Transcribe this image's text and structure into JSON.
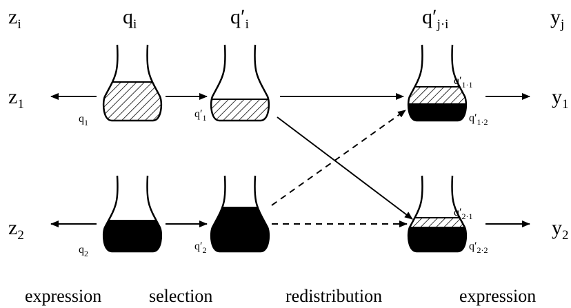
{
  "header": {
    "z_sym": "z",
    "z_sub": "i",
    "q_sym": "q",
    "q_sub": "i",
    "qp_sym": "q′",
    "qp_sub": "i",
    "qji_sym": "q′",
    "qji_sub": "j·i",
    "y_sym": "y",
    "y_sub": "j"
  },
  "rows": [
    {
      "z_sym": "z",
      "z_sub": "1",
      "q_sym": "q",
      "q_sub": "1",
      "qp_sym": "q′",
      "qp_sub": "1",
      "y_sym": "y",
      "y_sub": "1",
      "mix_top_sym": "q′",
      "mix_top_sub": "1·1",
      "mix_bot_sym": "q′",
      "mix_bot_sub": "1·2"
    },
    {
      "z_sym": "z",
      "z_sub": "2",
      "q_sym": "q",
      "q_sub": "2",
      "qp_sym": "q′",
      "qp_sub": "2",
      "y_sym": "y",
      "y_sub": "2",
      "mix_top_sym": "q′",
      "mix_top_sub": "2·1",
      "mix_bot_sym": "q′",
      "mix_bot_sub": "2·2"
    }
  ],
  "captions": {
    "expression_left": "expression",
    "selection": "selection",
    "redistribution": "redistribution",
    "expression_right": "expression"
  },
  "colors": {
    "ink": "#000000",
    "background": "#ffffff"
  }
}
